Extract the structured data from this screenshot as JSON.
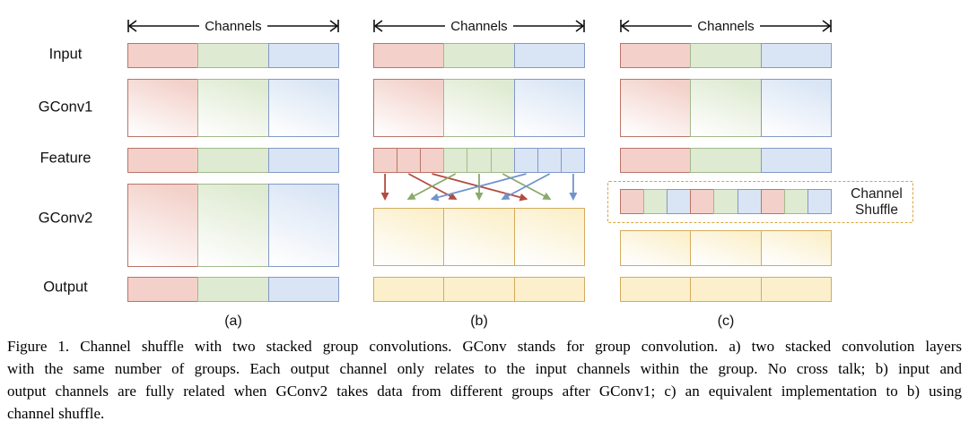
{
  "colors": {
    "red_fill": "#f3d0c9",
    "red_border": "#bb7468",
    "green_fill": "#deead1",
    "green_border": "#a2b98b",
    "blue_fill": "#d9e5f5",
    "blue_border": "#8399c6",
    "yellow_fill": "#fbf0cb",
    "yellow_border": "#d3ab5e",
    "arrow_red": "#b24b41",
    "arrow_green": "#8aaa6a",
    "arrow_blue": "#6f94cc",
    "dashed_border": "#d8a43e",
    "text": "#111111"
  },
  "row_labels": [
    "Input",
    "GConv1",
    "Feature",
    "GConv2",
    "Output"
  ],
  "panels": [
    {
      "label": "(a)",
      "channels_label": "Channels",
      "rows": {
        "input": [
          "red",
          "green",
          "blue"
        ],
        "gconv1": [
          "red",
          "green",
          "blue"
        ],
        "feature": [
          "red",
          "green",
          "blue"
        ],
        "gconv2": [
          "red",
          "green",
          "blue"
        ],
        "output": [
          "red",
          "green",
          "blue"
        ]
      }
    },
    {
      "label": "(b)",
      "channels_label": "Channels",
      "rows": {
        "input": [
          "red",
          "green",
          "blue"
        ],
        "gconv1": [
          "red",
          "green",
          "blue"
        ],
        "feature": [
          "red",
          "red",
          "red",
          "green",
          "green",
          "green",
          "blue",
          "blue",
          "blue"
        ],
        "gconv2": [
          "yellow",
          "yellow",
          "yellow"
        ],
        "output": [
          "yellow",
          "yellow",
          "yellow"
        ]
      },
      "shuffle_arrows": [
        {
          "from": 0,
          "to": 0,
          "color": "red"
        },
        {
          "from": 1,
          "to": 3,
          "color": "red"
        },
        {
          "from": 2,
          "to": 6,
          "color": "red"
        },
        {
          "from": 3,
          "to": 1,
          "color": "green"
        },
        {
          "from": 4,
          "to": 4,
          "color": "green"
        },
        {
          "from": 5,
          "to": 7,
          "color": "green"
        },
        {
          "from": 6,
          "to": 2,
          "color": "blue"
        },
        {
          "from": 7,
          "to": 5,
          "color": "blue"
        },
        {
          "from": 8,
          "to": 8,
          "color": "blue"
        }
      ]
    },
    {
      "label": "(c)",
      "channels_label": "Channels",
      "channel_shuffle_label": "Channel Shuffle",
      "rows": {
        "input": [
          "red",
          "green",
          "blue"
        ],
        "gconv1": [
          "red",
          "green",
          "blue"
        ],
        "feature": [
          "red",
          "green",
          "blue"
        ],
        "shuffle": [
          "red",
          "green",
          "blue",
          "red",
          "green",
          "blue",
          "red",
          "green",
          "blue"
        ],
        "gconv2": [
          "yellow",
          "yellow",
          "yellow"
        ],
        "output": [
          "yellow",
          "yellow",
          "yellow"
        ]
      }
    }
  ],
  "caption": {
    "lines": [
      "Figure 1. Channel shuffle with two stacked group convolutions.  GConv stands for group convolution.  a) two stacked convolution layers",
      "with the same number of groups.  Each output channel only relates to the input channels within the group.  No cross talk; b) input and",
      "output channels are fully related when GConv2 takes data from different groups after GConv1; c) an equivalent implementation to b) using",
      "channel shuffle."
    ]
  }
}
